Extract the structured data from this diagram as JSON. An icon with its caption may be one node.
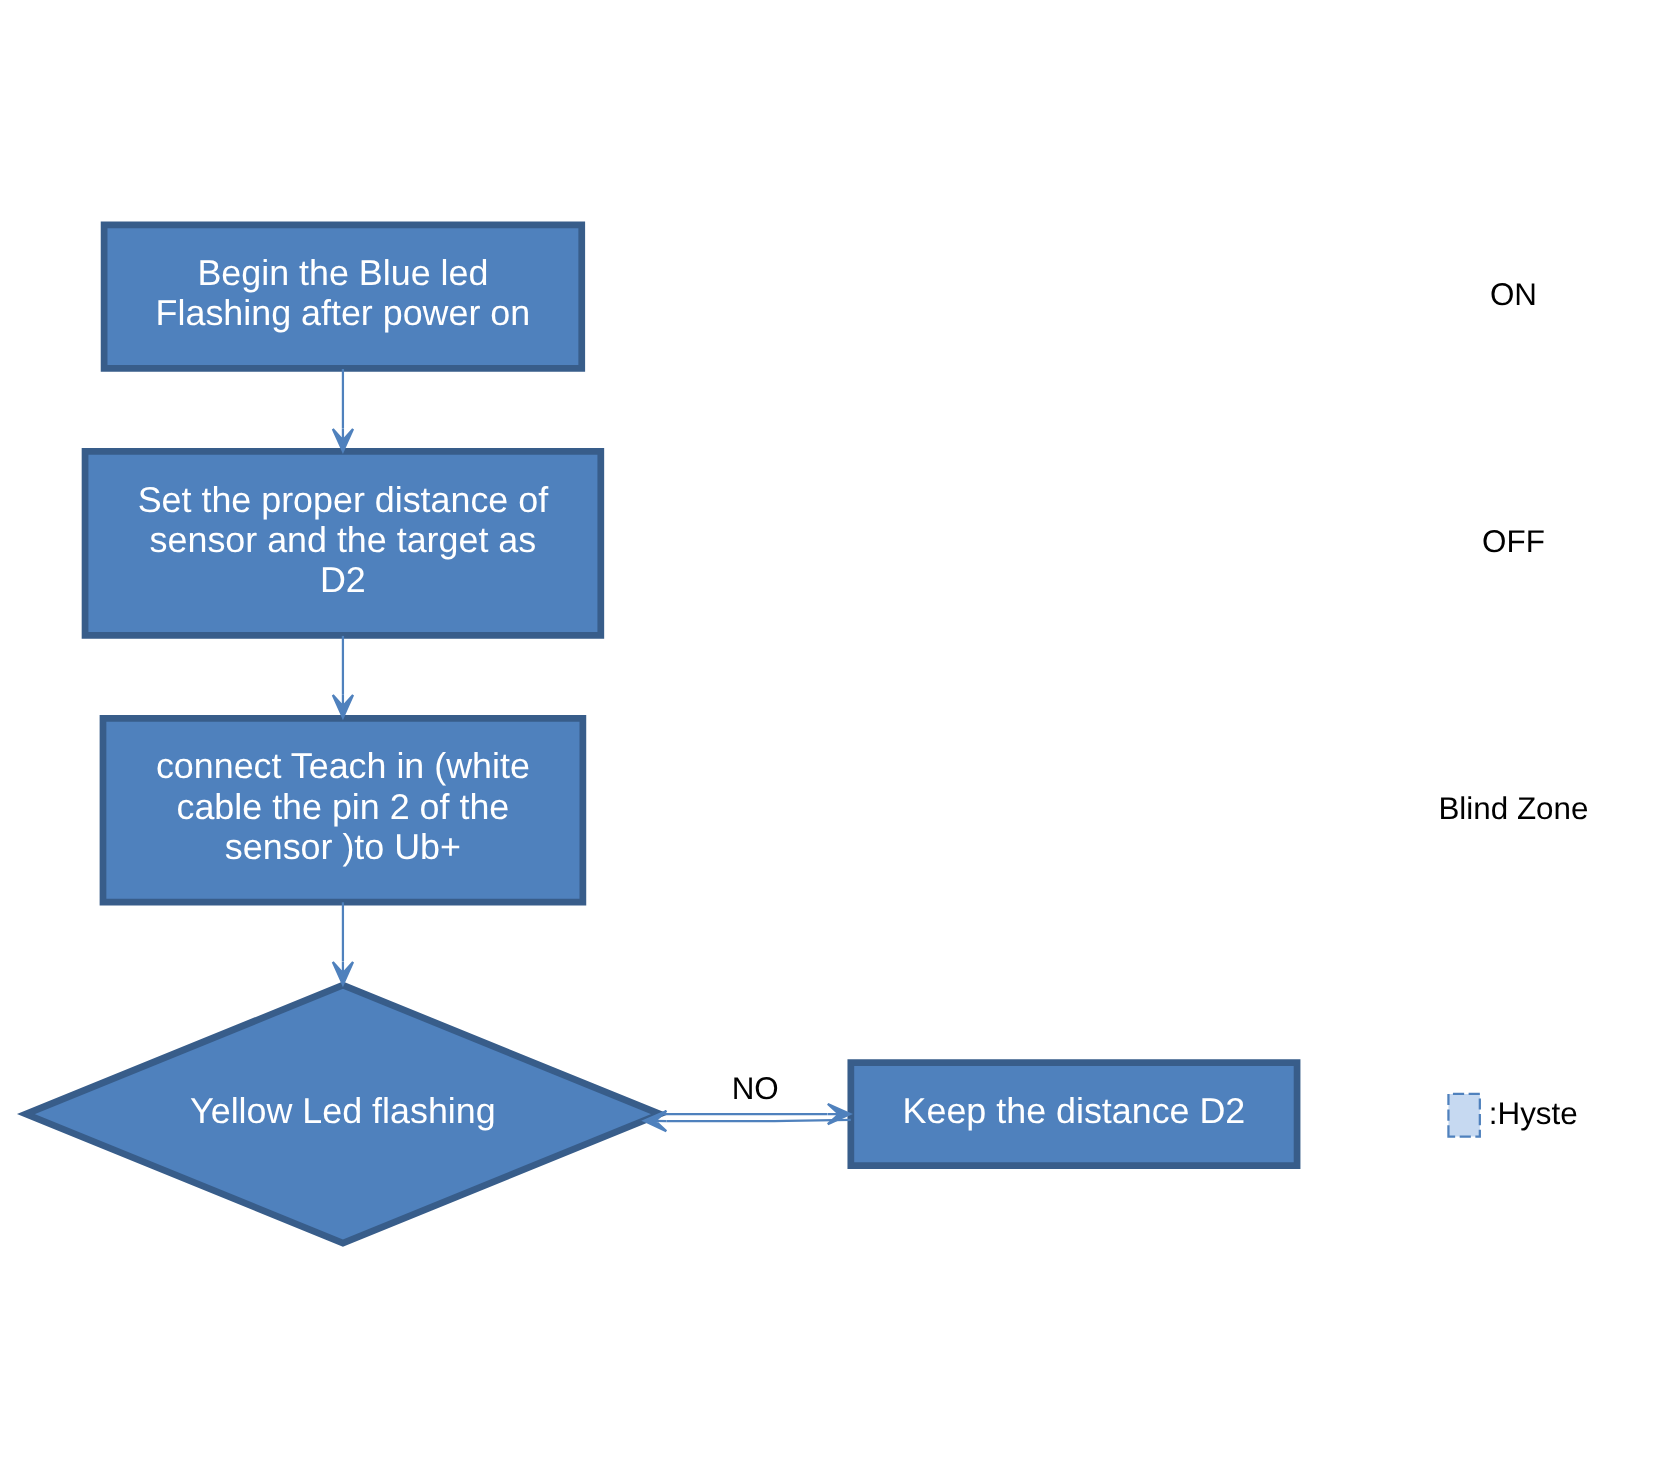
{
  "diagram": {
    "nodes": [
      {
        "text": [
          "Begin the Blue led Flashing after power on"
        ]
      },
      {
        "text": [
          "Set the proper distance of sensor and the target as D2"
        ]
      },
      {
        "text": [
          "connect Teach in (white cable the pin 2 of the sensor )to Ub+"
        ]
      },
      {
        "text": [
          "Yellow Led flashing"
        ]
      },
      {
        "text": [
          "Keep the distance D2"
        ]
      }
    ],
    "edges": [
      {
        "from": 0,
        "to": 1,
        "arrow": "to"
      },
      {
        "from": 1,
        "to": 2,
        "arrow": "to"
      },
      {
        "from": 2,
        "to": 3,
        "arrow": "to"
      },
      {
        "from": 3,
        "to": 4,
        "arrow": "to",
        "label": "NO"
      },
      {
        "from": 4,
        "to": 3,
        "arrow": "to"
      }
    ],
    "labels": [
      "ON",
      "OFF",
      "Blind Zone"
    ],
    "legend": [
      {
        "text": ":Hyste"
      }
    ]
  }
}
